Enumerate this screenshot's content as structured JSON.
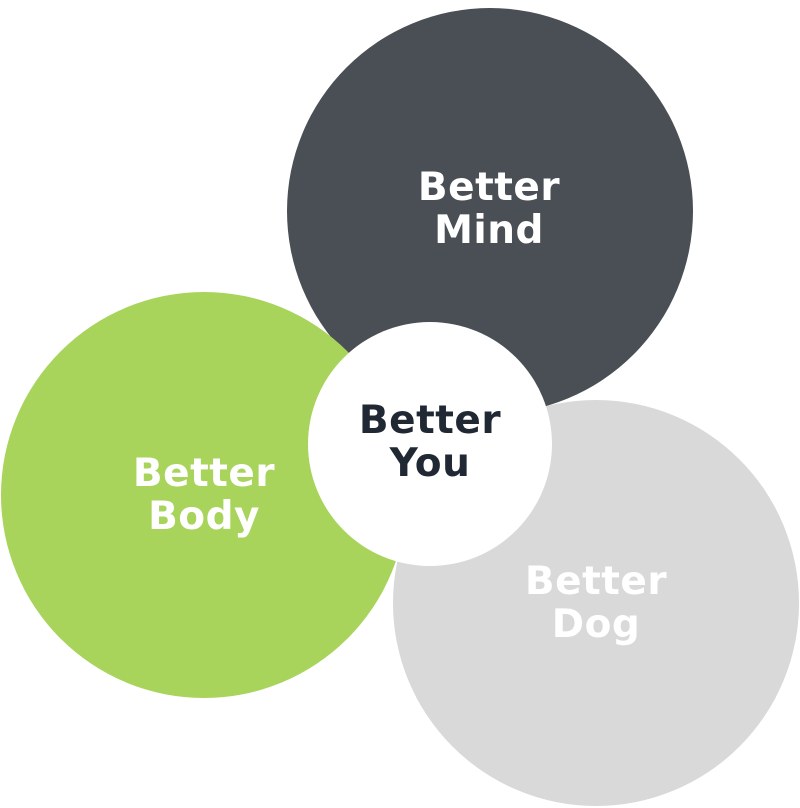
{
  "diagram": {
    "nodes": [
      {
        "id": "mind",
        "line1": "Better",
        "line2": "Mind",
        "color": "#4a4f55",
        "text_color": "#ffffff"
      },
      {
        "id": "body",
        "line1": "Better",
        "line2": "Body",
        "color": "#a8d45c",
        "text_color": "#ffffff"
      },
      {
        "id": "dog",
        "line1": "Better",
        "line2": "Dog",
        "color": "#d9d9d9",
        "text_color": "#ffffff"
      },
      {
        "id": "you",
        "line1": "Better",
        "line2": "You",
        "color": "#ffffff",
        "text_color": "#1f2833"
      }
    ]
  }
}
